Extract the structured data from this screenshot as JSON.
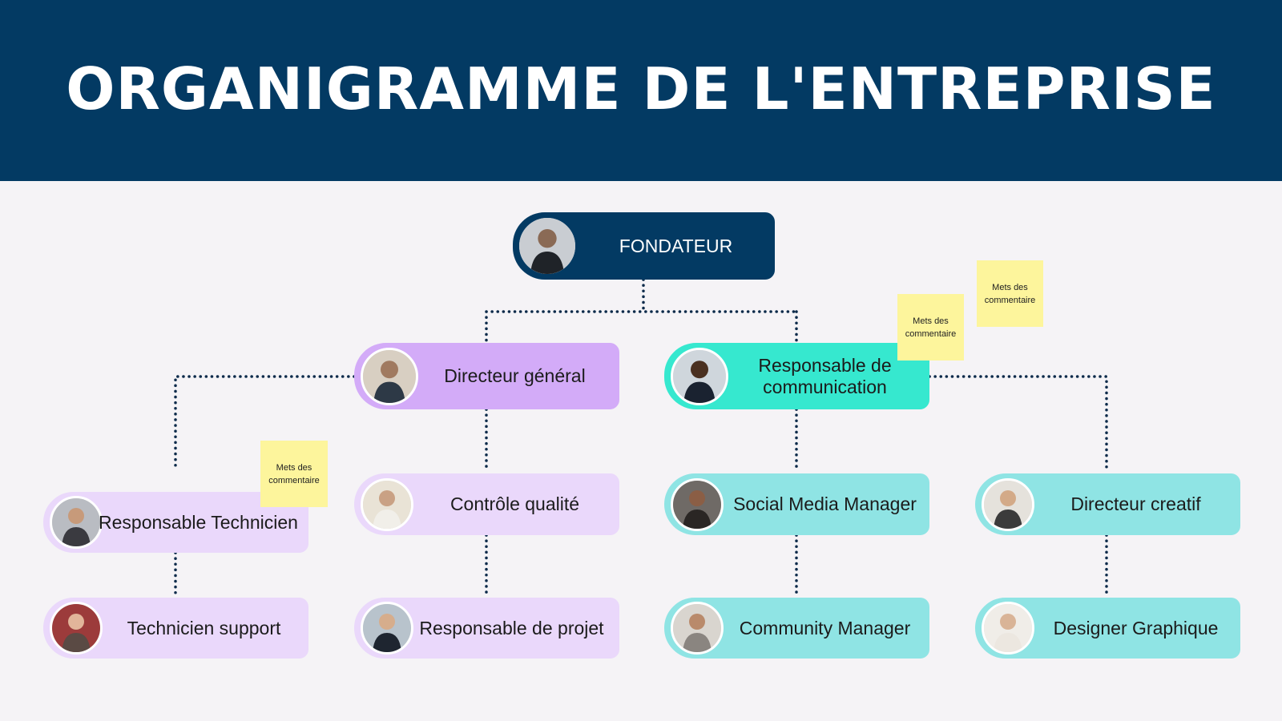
{
  "title": "ORGANIGRAMME DE L'ENTREPRISE",
  "colors": {
    "header_bg": "#033a63",
    "founder_bg": "#033a63",
    "director_bg": "#d3abf8",
    "light_purple": "#ead8fb",
    "comm_bg": "#36e8cf",
    "light_teal": "#8fe4e4",
    "connector": "#0b2a4a",
    "sticky": "#fdf59c"
  },
  "nodes": {
    "founder": {
      "label": "FONDATEUR",
      "icon": "person-avatar-icon"
    },
    "director": {
      "label": "Directeur général",
      "icon": "person-avatar-icon"
    },
    "comm": {
      "label": "Responsable de communication",
      "icon": "person-avatar-icon"
    },
    "tech_lead": {
      "label": "Responsable Technicien",
      "icon": "person-avatar-icon"
    },
    "quality": {
      "label": "Contrôle qualité",
      "icon": "person-avatar-icon"
    },
    "social": {
      "label": "Social Media Manager",
      "icon": "person-avatar-icon"
    },
    "creative": {
      "label": "Directeur creatif",
      "icon": "person-avatar-icon"
    },
    "support": {
      "label": "Technicien support",
      "icon": "person-avatar-icon"
    },
    "project": {
      "label": "Responsable de projet",
      "icon": "person-avatar-icon"
    },
    "community": {
      "label": "Community Manager",
      "icon": "person-avatar-icon"
    },
    "designer": {
      "label": "Designer Graphique",
      "icon": "person-avatar-icon"
    }
  },
  "stickies": {
    "note1": "Mets des commentaire",
    "note2": "Mets des commentaire",
    "note3": "Mets des commentaire"
  }
}
